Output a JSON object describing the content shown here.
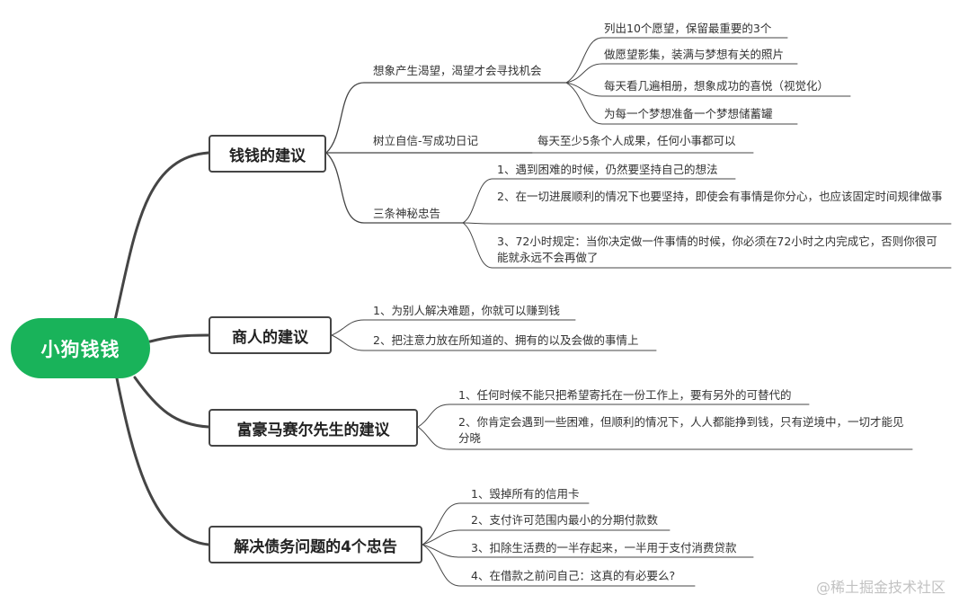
{
  "colors": {
    "root": "#19b35a",
    "line": "#454545"
  },
  "root": {
    "label": "小狗钱钱"
  },
  "branches": [
    {
      "label": "钱钱的建议",
      "children": [
        {
          "label": "想象产生渴望，渴望才会寻找机会",
          "items": [
            "列出10个愿望，保留最重要的3个",
            "做愿望影集，装满与梦想有关的照片",
            "每天看几遍相册，想象成功的喜悦（视觉化）",
            "为每一个梦想准备一个梦想储蓄罐"
          ]
        },
        {
          "label": "树立自信-写成功日记",
          "items": [
            "每天至少5条个人成果，任何小事都可以"
          ]
        },
        {
          "label": "三条神秘忠告",
          "items": [
            "1、遇到困难的时候，仍然要坚持自己的想法",
            "2、在一切进展顺利的情况下也要坚持，即使会有事情是你分心，也应该固定时间规律做事",
            "3、72小时规定：当你决定做一件事情的时候，你必须在72小时之内完成它，否则你很可能就永远不会再做了"
          ]
        }
      ]
    },
    {
      "label": "商人的建议",
      "items": [
        "1、为别人解决难题，你就可以赚到钱",
        "2、把注意力放在所知道的、拥有的以及会做的事情上"
      ]
    },
    {
      "label": "富豪马赛尔先生的建议",
      "items": [
        "1、任何时候不能只把希望寄托在一份工作上，要有另外的可替代的",
        "2、你肯定会遇到一些困难，但顺利的情况下，人人都能挣到钱，只有逆境中，一切才能见分晓"
      ]
    },
    {
      "label": "解决债务问题的4个忠告",
      "items": [
        "1、毁掉所有的信用卡",
        "2、支付许可范围内最小的分期付款数",
        "3、扣除生活费的一半存起来，一半用于支付消费贷款",
        "4、在借款之前问自己：这真的有必要么?"
      ]
    }
  ],
  "watermark": "@稀土掘金技术社区"
}
